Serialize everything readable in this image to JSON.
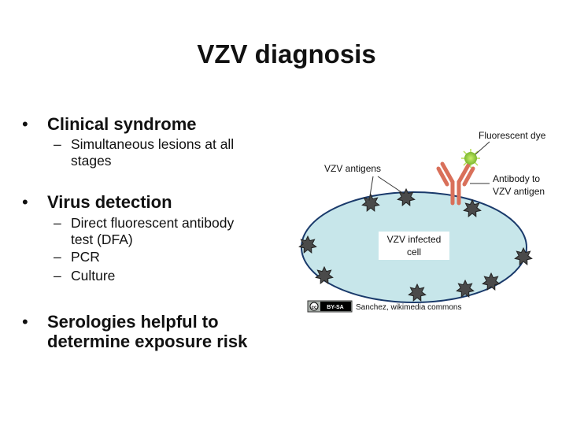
{
  "title": "VZV diagnosis",
  "bullets": [
    {
      "text": "Clinical syndrome",
      "subs": [
        [
          "Simultaneous lesions at all",
          "stages"
        ]
      ]
    },
    {
      "text": "Virus detection",
      "subs": [
        [
          "Direct fluorescent antibody",
          "test (DFA)"
        ],
        [
          "PCR"
        ],
        [
          "Culture"
        ]
      ]
    },
    {
      "text_lines": [
        "Serologies helpful to",
        "determine exposure risk"
      ]
    }
  ],
  "diagram": {
    "fluorescent_dye": "Fluorescent dye",
    "vzv_antigens": "VZV antigens",
    "antibody_label": [
      "Antibody to",
      "VZV antigen"
    ],
    "cell_label": [
      "VZV infected",
      "cell"
    ],
    "credit": "Sanchez, wikimedia commons",
    "license_badge": "BY-SA",
    "colors": {
      "cell_fill": "#c7e6ea",
      "cell_stroke": "#1a3a6b",
      "antigen": "#4a4a4a",
      "antibody": "#d9705a",
      "dye": "#8cc63f"
    }
  }
}
